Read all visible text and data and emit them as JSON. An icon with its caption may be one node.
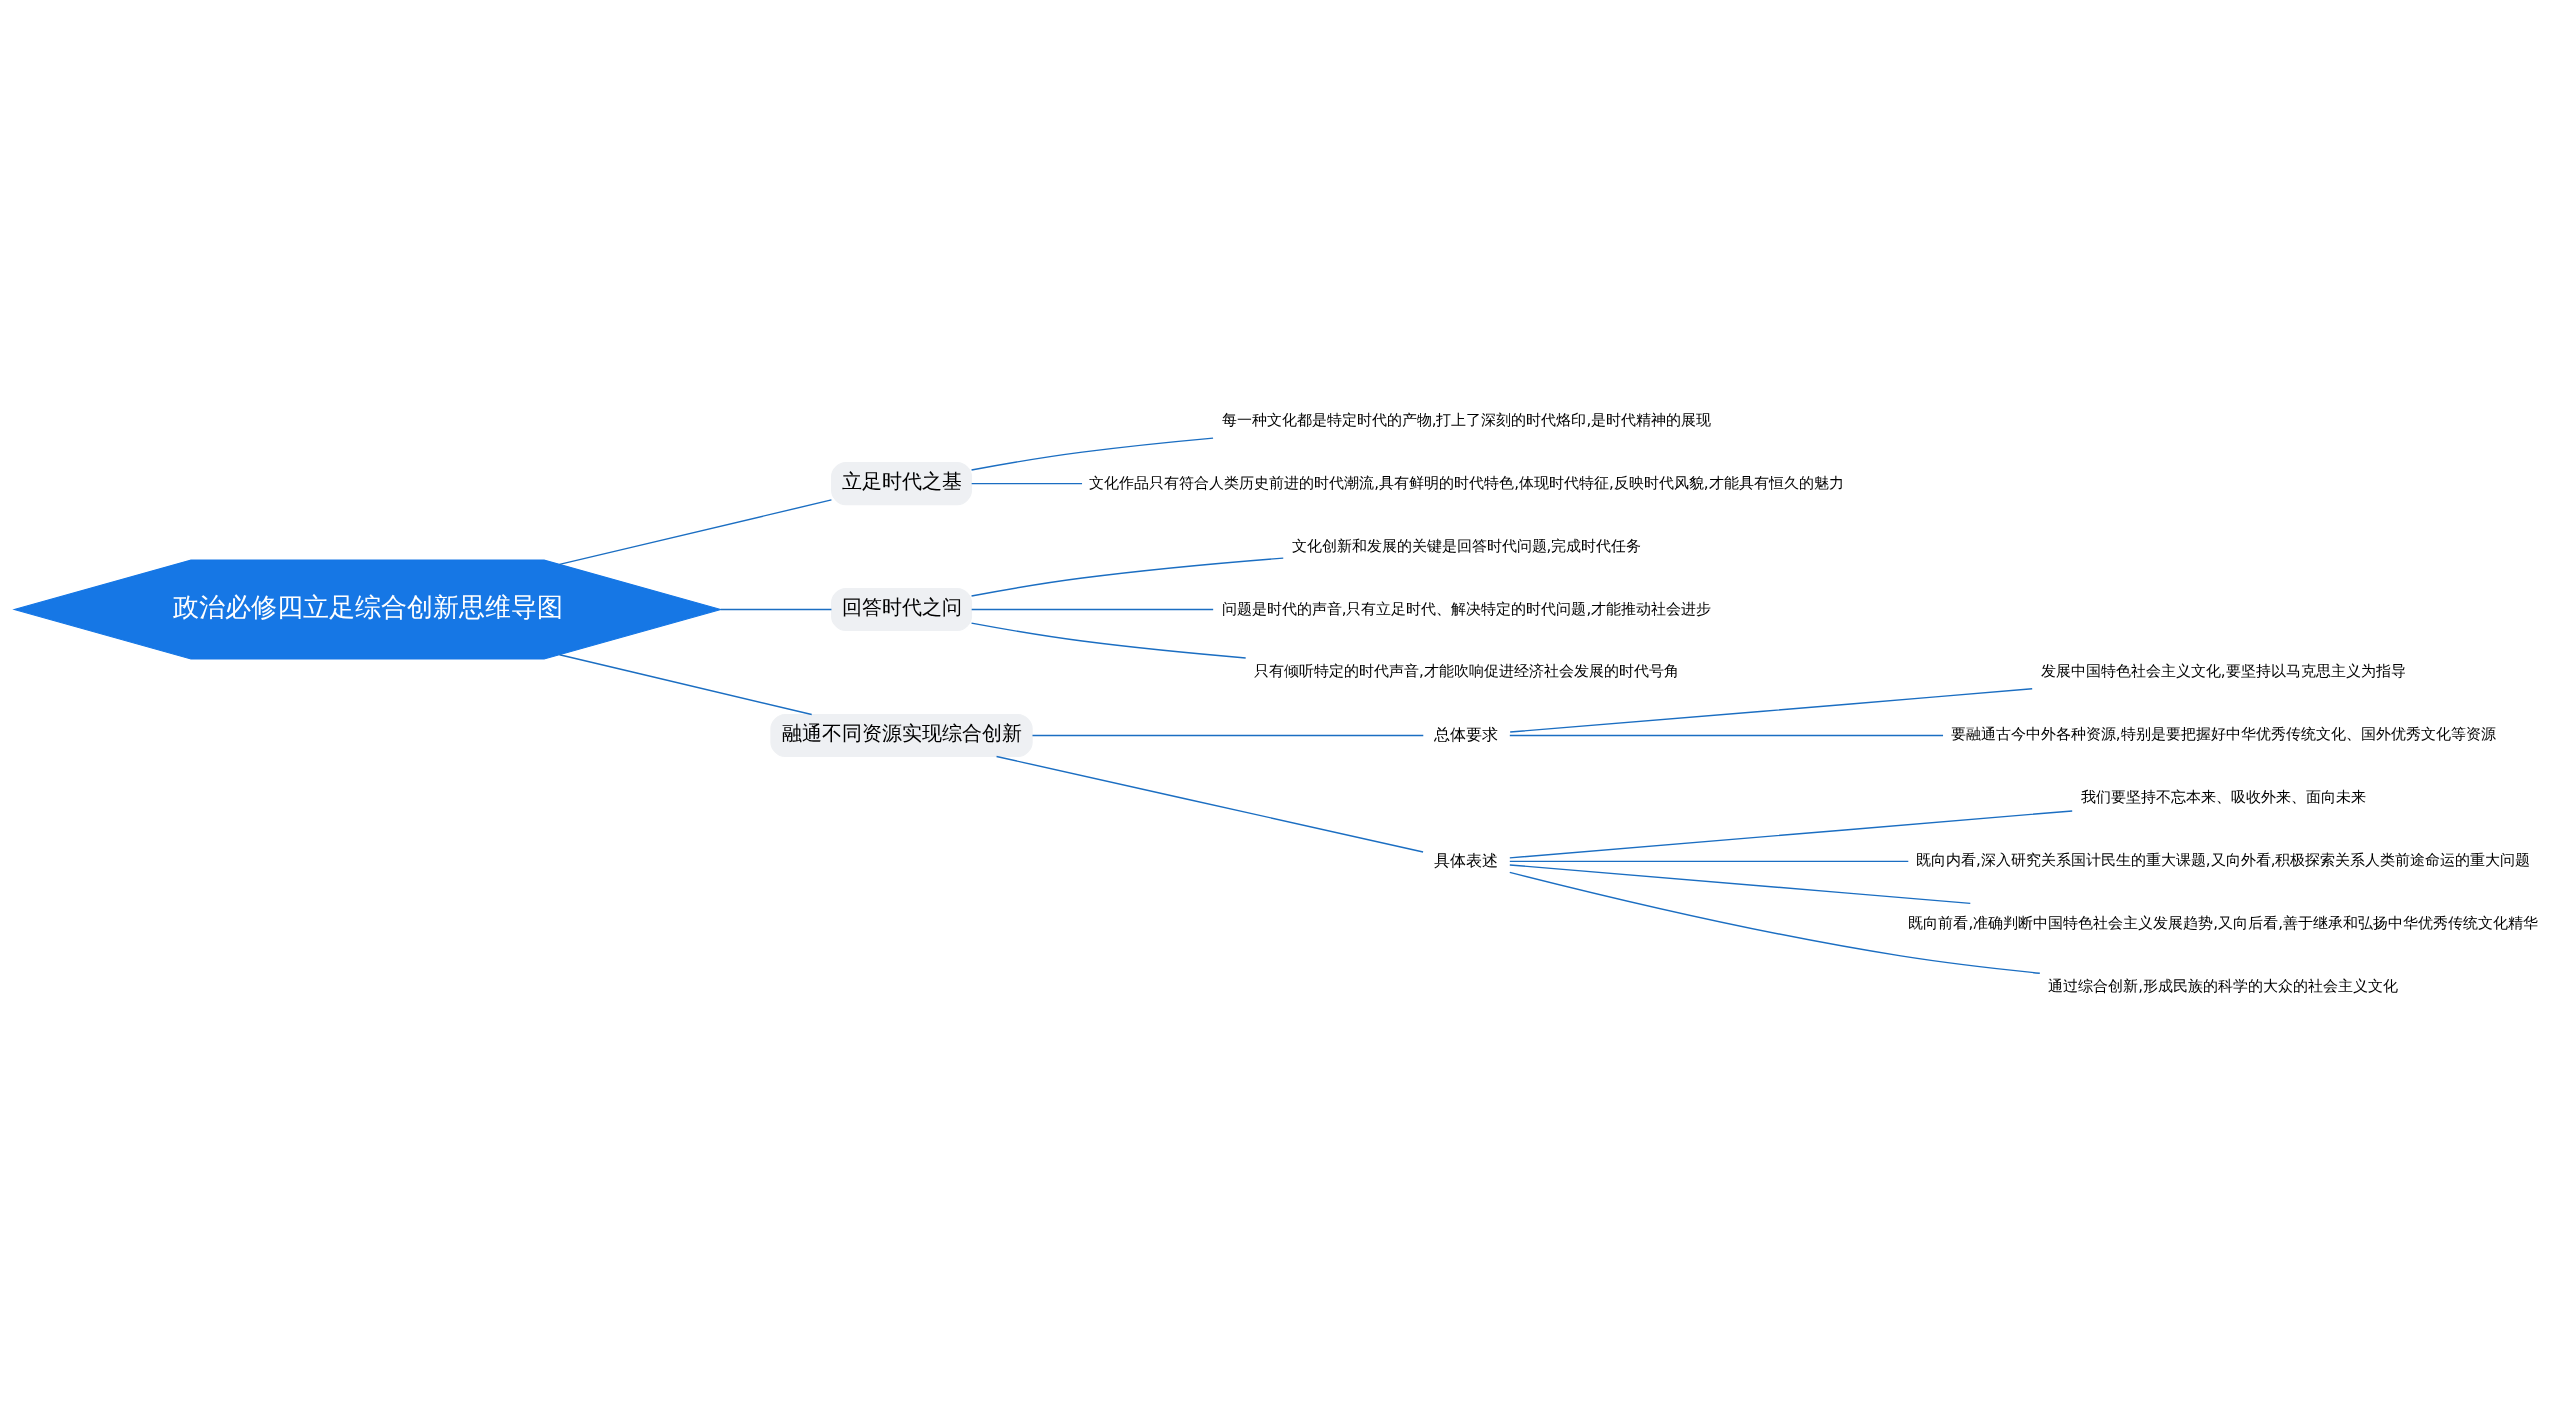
{
  "diagram": {
    "nodes": [
      {
        "text": [
          "政治必修四立足综合创新思维导图"
        ]
      },
      {
        "text": [
          "立足时代之基"
        ]
      },
      {
        "text": [
          "每一种文化都是特定时代的产物,打上了深刻的时代烙印,是时代精神的展现"
        ]
      },
      {
        "text": [
          "文化作品只有符合人类历史前进的时代潮流,具有鲜明的时代特色,体现时代特征,反映时代风貌,才能具有恒久的魅力"
        ]
      },
      {
        "text": [
          "回答时代之问"
        ]
      },
      {
        "text": [
          "文化创新和发展的关键是回答时代问题,完成时代任务"
        ]
      },
      {
        "text": [
          "问题是时代的声音,只有立足时代、解决特定的时代问题,才能推动社会进步"
        ]
      },
      {
        "text": [
          "只有倾听特定的时代声音,才能吹响促进经济社会发展的时代号角"
        ]
      },
      {
        "text": [
          "融通不同资源实现综合创新"
        ]
      },
      {
        "text": [
          "总体要求"
        ]
      },
      {
        "text": [
          "发展中国特色社会主义文化,要坚持以马克思主义为指导"
        ]
      },
      {
        "text": [
          "要融通古今中外各种资源,特别是要把握好中华优秀传统文化、国外优秀文化等资源"
        ]
      },
      {
        "text": [
          "具体表述"
        ]
      },
      {
        "text": [
          "我们要坚持不忘本来、吸收外来、面向未来"
        ]
      },
      {
        "text": [
          "既向内看,深入研究关系国计民生的重大课题,又向外看,积极探索关系人类前途命运的重大问题"
        ]
      },
      {
        "text": [
          "既向前看,准确判断中国特色社会主义发展趋势,又向后看,善于继承和弘扬中华优秀传统文化精华"
        ]
      },
      {
        "text": [
          "通过综合创新,形成民族的科学的大众的社会主义文化"
        ]
      }
    ],
    "edges": [
      {
        "from": 0,
        "to": 1,
        "arrow": "none"
      },
      {
        "from": 1,
        "to": 2,
        "arrow": "none"
      },
      {
        "from": 1,
        "to": 3,
        "arrow": "none"
      },
      {
        "from": 0,
        "to": 4,
        "arrow": "none"
      },
      {
        "from": 4,
        "to": 5,
        "arrow": "none"
      },
      {
        "from": 4,
        "to": 6,
        "arrow": "none"
      },
      {
        "from": 4,
        "to": 7,
        "arrow": "none"
      },
      {
        "from": 0,
        "to": 8,
        "arrow": "none"
      },
      {
        "from": 8,
        "to": 9,
        "arrow": "none"
      },
      {
        "from": 9,
        "to": 10,
        "arrow": "none"
      },
      {
        "from": 9,
        "to": 11,
        "arrow": "none"
      },
      {
        "from": 8,
        "to": 12,
        "arrow": "none"
      },
      {
        "from": 12,
        "to": 13,
        "arrow": "none"
      },
      {
        "from": 12,
        "to": 14,
        "arrow": "none"
      },
      {
        "from": 12,
        "to": 15,
        "arrow": "none"
      },
      {
        "from": 12,
        "to": 16,
        "arrow": "none"
      }
    ]
  }
}
